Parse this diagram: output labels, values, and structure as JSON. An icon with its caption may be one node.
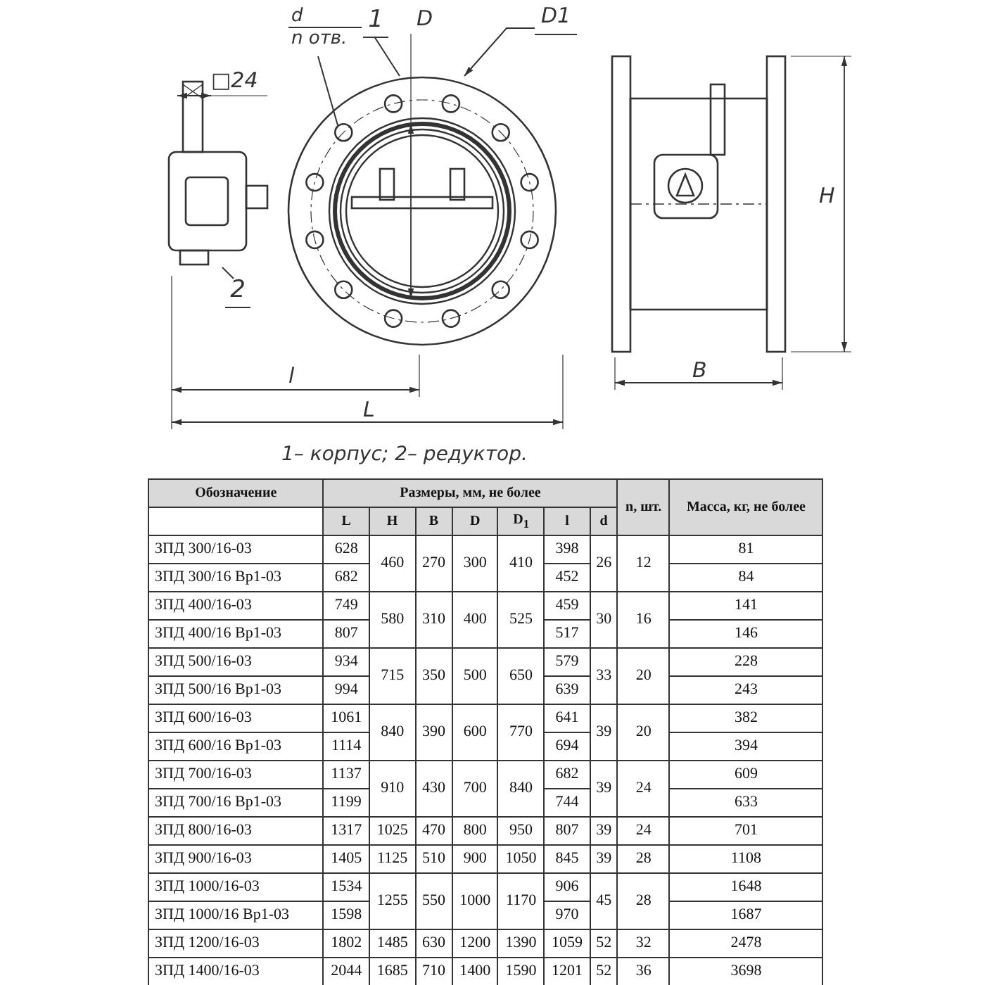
{
  "diagram": {
    "caption": "1– корпус; 2– редуктор.",
    "nodes": [
      {
        "text": [
          "d",
          "n отв."
        ]
      },
      {
        "text": [
          "1"
        ]
      },
      {
        "text": [
          "D1"
        ]
      },
      {
        "text": [],
        "shape": "picture"
      },
      {
        "text": [],
        "shape": "picture"
      },
      {
        "text": [
          "2"
        ]
      }
    ],
    "edges": [
      {
        "from": 0,
        "to": 4,
        "arrow": "none"
      },
      {
        "from": 1,
        "to": 4,
        "arrow": "none"
      },
      {
        "from": 2,
        "to": 4,
        "arrow": "to"
      },
      {
        "from": 5,
        "to": 3,
        "arrow": "none"
      }
    ],
    "labels": [
      "D",
      "□24",
      "H",
      "l",
      "L",
      "B",
      "Обозначение",
      "Размеры, мм, не более",
      "n, шт.",
      "Масса, кг, не более",
      "L",
      "H",
      "B",
      "D",
      "D$_{1}$",
      "l",
      "d",
      "ЗПД 300/16-03",
      "628",
      "460",
      "270",
      "300",
      "410",
      "398",
      "26",
      "12",
      "81",
      "ЗПД 300/16 Вр1-03",
      "682",
      "452",
      "84",
      "ЗПД 400/16-03",
      "749",
      "580",
      "310",
      "400",
      "525",
      "459",
      "30",
      "16",
      "141",
      "ЗПД 400/16 Вр1-03",
      "807",
      "517",
      "146",
      "ЗПД 500/16-03",
      "934",
      "715",
      "350",
      "500",
      "650",
      "579",
      "33",
      "20",
      "228",
      "ЗПД 500/16 Вр1-03",
      "994",
      "639",
      "243",
      "ЗПД 600/16-03",
      "1061",
      "840",
      "390",
      "600",
      "770",
      "641",
      "39",
      "20",
      "382",
      "ЗПД 600/16 Вр1-03",
      "1114",
      "694",
      "394",
      "ЗПД 700/16-03",
      "1137",
      "910",
      "430",
      "700",
      "840",
      "682",
      "39",
      "24",
      "609",
      "ЗПД 700/16 Вр1-03",
      "1199",
      "744",
      "633",
      "ЗПД 800/16-03",
      "1317",
      "1025",
      "470",
      "800",
      "950",
      "807",
      "39",
      "24",
      "701",
      "ЗПД 900/16-03",
      "1405",
      "1125",
      "510",
      "900",
      "1050",
      "845",
      "39",
      "28",
      "1108",
      "ЗПД 1000/16-03",
      "1534",
      "1255",
      "550",
      "1000",
      "1170",
      "906",
      "45",
      "28",
      "1648",
      "ЗПД 1000/16 Вр1-03",
      "1598",
      "970",
      "1687",
      "ЗПД 1200/16-03",
      "1802",
      "1485",
      "630",
      "1200",
      "1390",
      "1059",
      "52",
      "32",
      "2478",
      "ЗПД 1400/16-03",
      "2044",
      "1685",
      "710",
      "1400",
      "1590",
      "1201",
      "52",
      "36",
      "3698"
    ]
  }
}
